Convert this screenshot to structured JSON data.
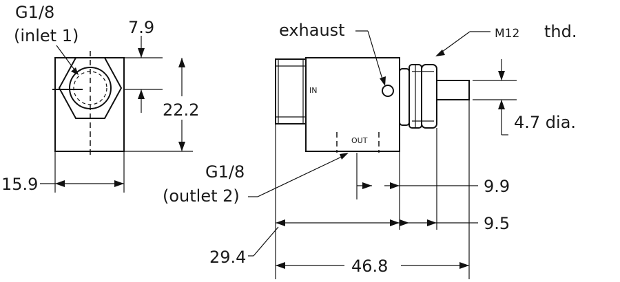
{
  "labels": {
    "inlet_thread": "G1/8",
    "inlet_name": "(inlet 1)",
    "hex_height": "7.9",
    "height": "22.2",
    "width": "15.9",
    "exhaust": "exhaust",
    "in_port": "IN",
    "out_port": "OUT",
    "mount_thread": "M12",
    "mount_thread_suffix": "thd.",
    "pin_diameter": "4.7 dia.",
    "outlet_thread": "G1/8",
    "outlet_name": "(outlet 2)",
    "dim_outlet_to_face": "9.9",
    "dim_nut": "9.5",
    "dim_body": "29.4",
    "dim_overall": "46.8"
  }
}
